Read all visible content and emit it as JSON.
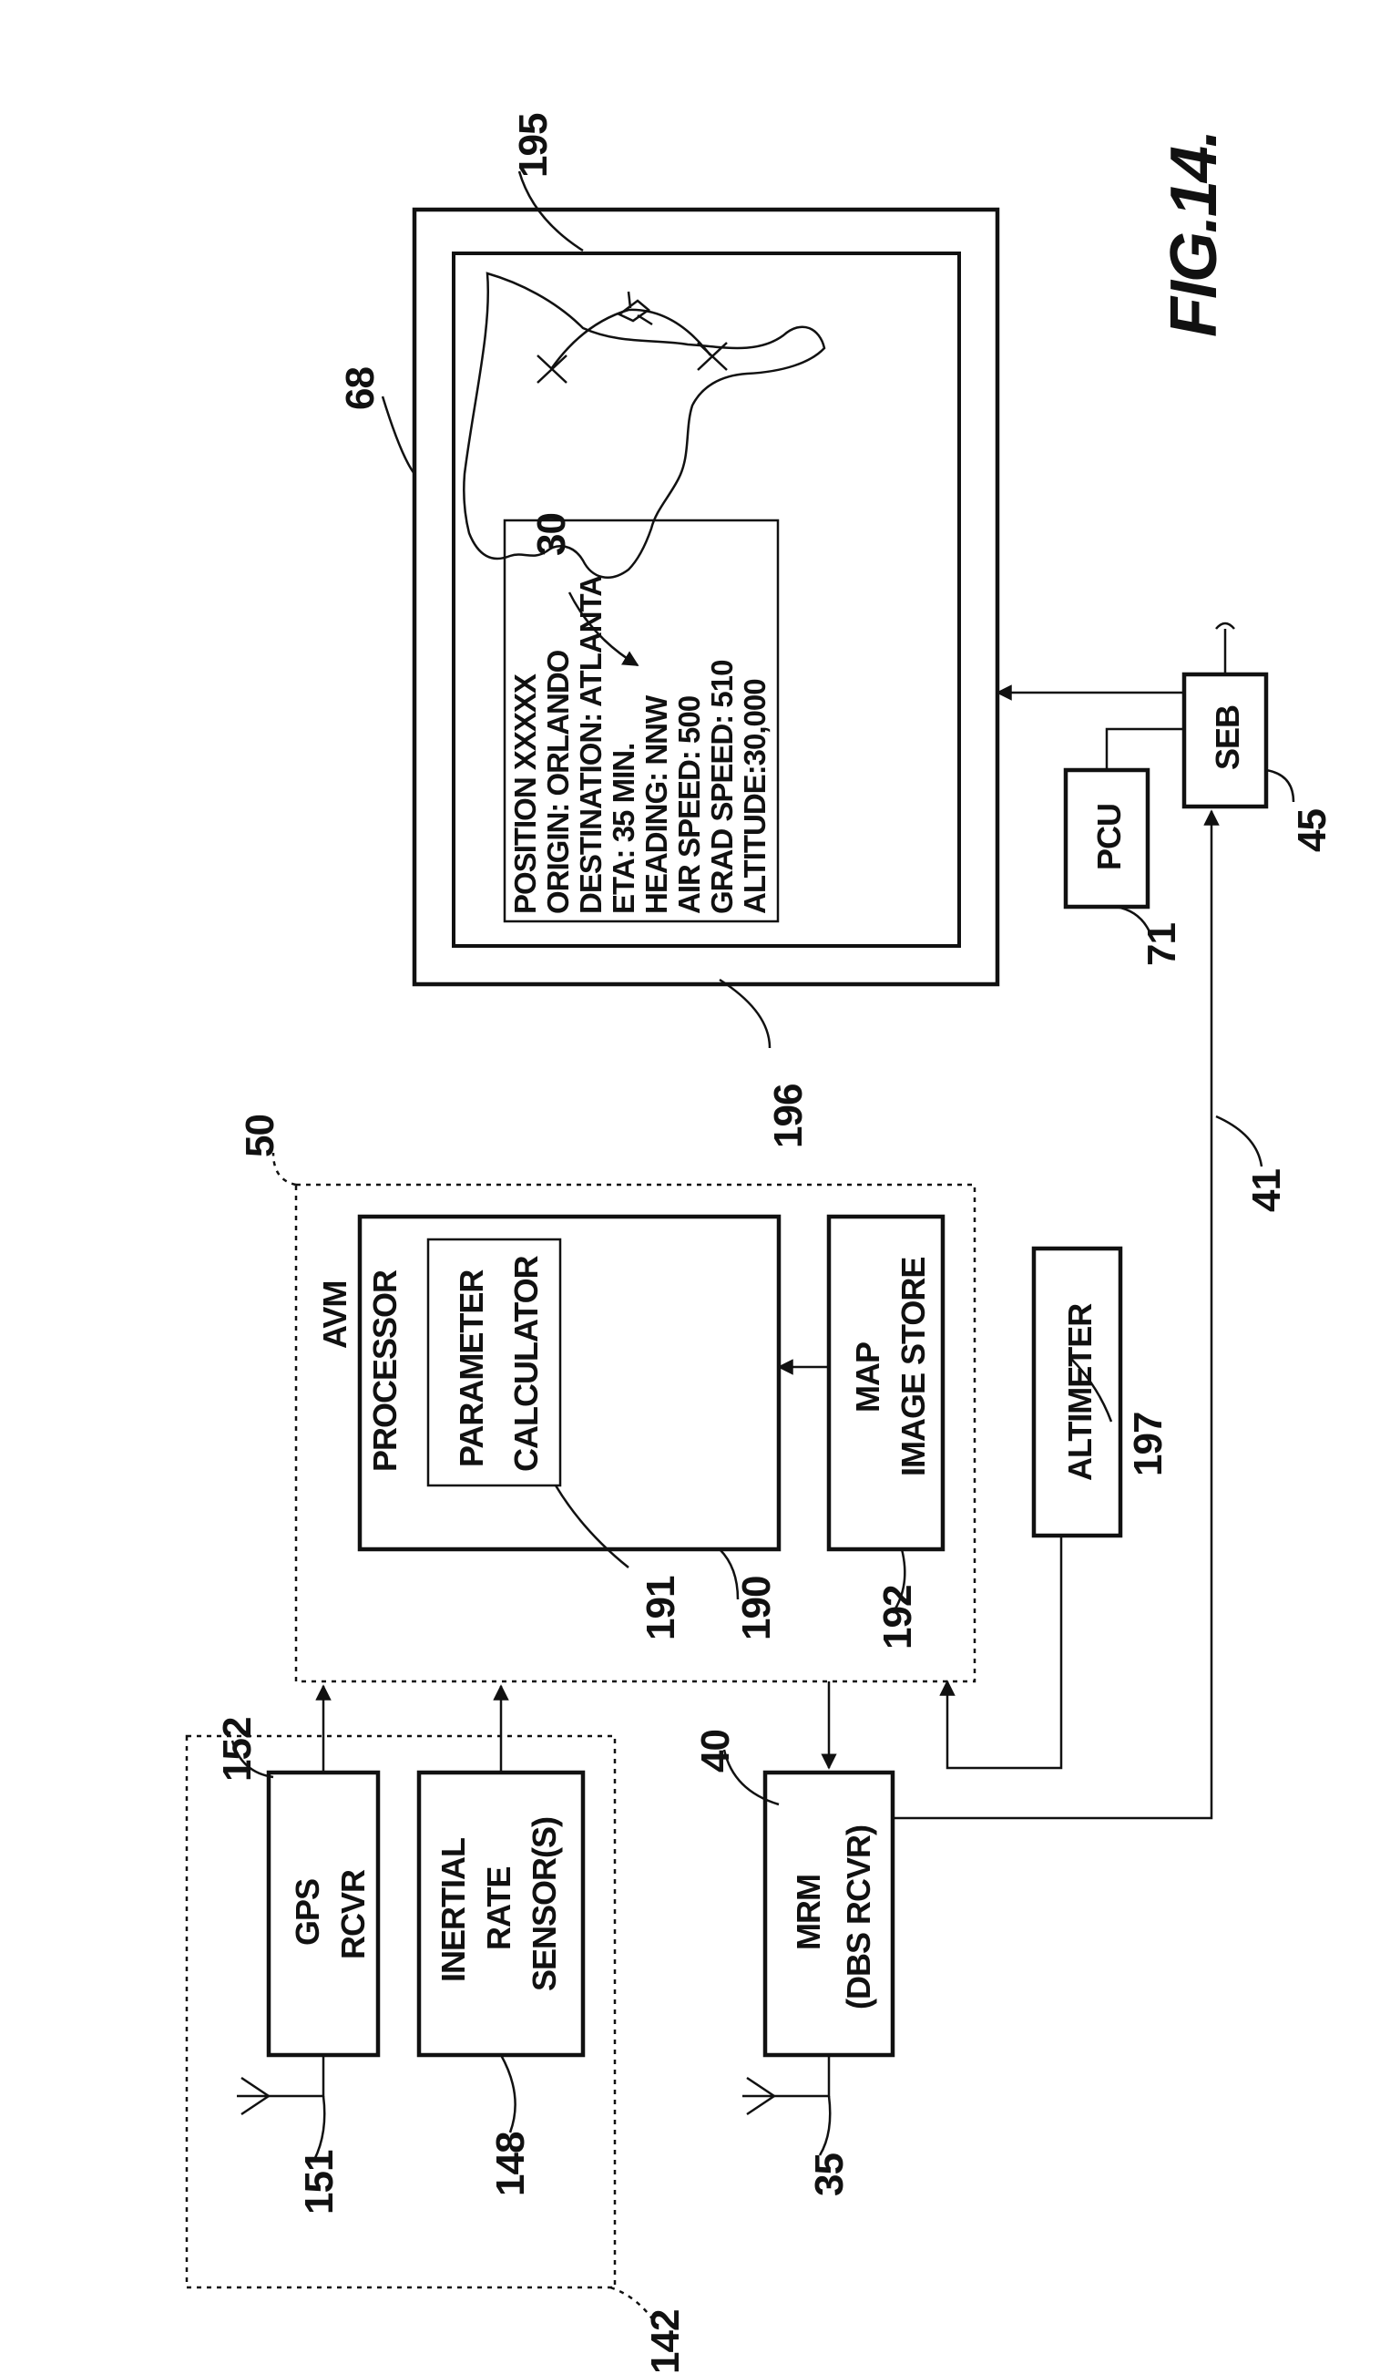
{
  "figure": {
    "title": "FIG.14.",
    "system_ref": "30"
  },
  "blocks": {
    "gps": {
      "line1": "GPS",
      "line2": "RCVR",
      "ref": "152"
    },
    "inertial": {
      "line1": "INERTIAL",
      "line2": "RATE",
      "line3": "SENSOR(S)",
      "ref": "148"
    },
    "antenna_gps_ref": "151",
    "sensor_group_ref": "142",
    "mrm": {
      "line1": "MRM",
      "line2": "(DBS RCVR)",
      "ref": "40"
    },
    "antenna_mrm_ref": "35",
    "avm": {
      "label": "AVM",
      "ref": "50"
    },
    "processor": {
      "label": "PROCESSOR",
      "ref": "190"
    },
    "param_calc": {
      "line1": "PARAMETER",
      "line2": "CALCULATOR",
      "ref": "191"
    },
    "map_store": {
      "line1": "MAP",
      "line2": "IMAGE STORE",
      "ref": "192"
    },
    "altimeter": {
      "label": "ALTIMETER",
      "ref": "197"
    },
    "display_ref": "68",
    "map_ref": "195",
    "text_panel_ref": "196",
    "pcu": {
      "label": "PCU",
      "ref": "71"
    },
    "seb": {
      "label": "SEB",
      "ref": "45"
    },
    "link_ref": "41"
  },
  "screen_text": [
    "POSITION XXXXX",
    "ORIGIN: ORLANDO",
    "DESTINATION: ATLANTA",
    "ETA: 35 MIN.",
    "HEADING: NNW",
    "AIR SPEED: 500",
    "GRAD SPEED: 510",
    "ALTITUDE:30,000"
  ]
}
